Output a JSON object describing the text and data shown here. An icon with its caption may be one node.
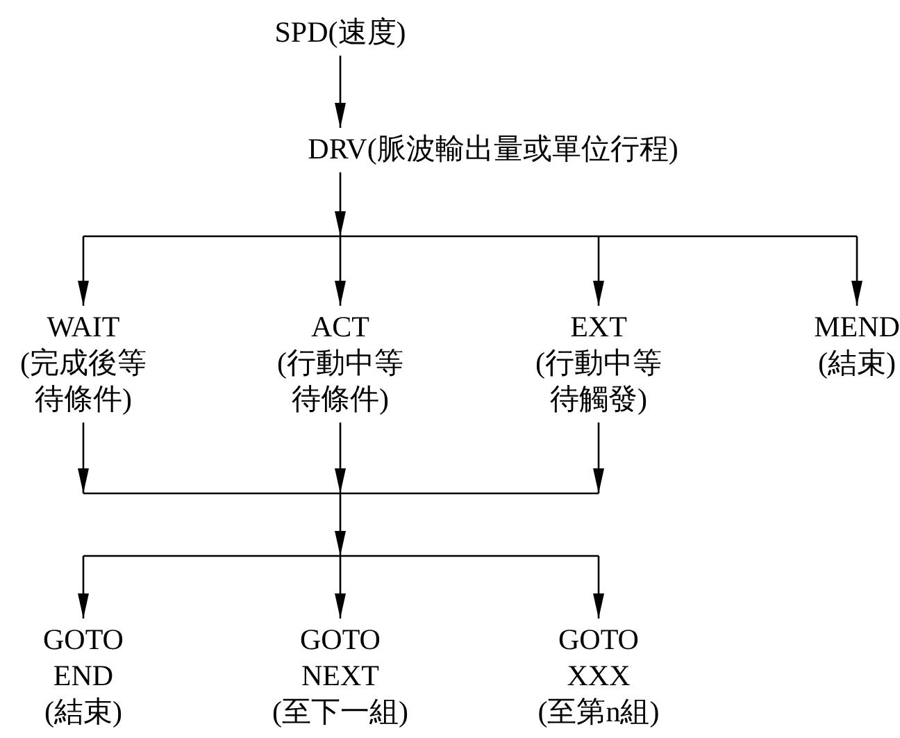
{
  "diagram": {
    "nodes": [
      {
        "text": [
          "SPD(速度)"
        ]
      },
      {
        "text": [
          "DRV(脈波輸出量或單位行程)"
        ]
      },
      {
        "text": [
          "WAIT",
          "(完成後等待條件)"
        ]
      },
      {
        "text": [
          "ACT",
          "(行動中等待條件)"
        ]
      },
      {
        "text": [
          "EXT",
          "(行動中等待觸發)"
        ]
      },
      {
        "text": [
          "MEND",
          "(結束)"
        ]
      },
      {
        "text": [
          "GOTO END",
          "(結束)"
        ]
      },
      {
        "text": [
          "GOTO NEXT",
          "(至下一組)"
        ]
      },
      {
        "text": [
          "GOTO XXX",
          "(至第n組)"
        ]
      }
    ],
    "edges": [
      {
        "from": 0,
        "to": 1,
        "arrow": "to"
      },
      {
        "from": 1,
        "to": 2,
        "arrow": "to"
      },
      {
        "from": 1,
        "to": 3,
        "arrow": "to"
      },
      {
        "from": 1,
        "to": 4,
        "arrow": "to"
      },
      {
        "from": 1,
        "to": 5,
        "arrow": "to"
      },
      {
        "from": 2,
        "to": 6,
        "arrow": "to"
      },
      {
        "from": 2,
        "to": 7,
        "arrow": "to"
      },
      {
        "from": 2,
        "to": 8,
        "arrow": "to"
      },
      {
        "from": 3,
        "to": 6,
        "arrow": "to"
      },
      {
        "from": 3,
        "to": 7,
        "arrow": "to"
      },
      {
        "from": 3,
        "to": 8,
        "arrow": "to"
      },
      {
        "from": 4,
        "to": 6,
        "arrow": "to"
      },
      {
        "from": 4,
        "to": 7,
        "arrow": "to"
      },
      {
        "from": 4,
        "to": 8,
        "arrow": "to"
      }
    ]
  }
}
